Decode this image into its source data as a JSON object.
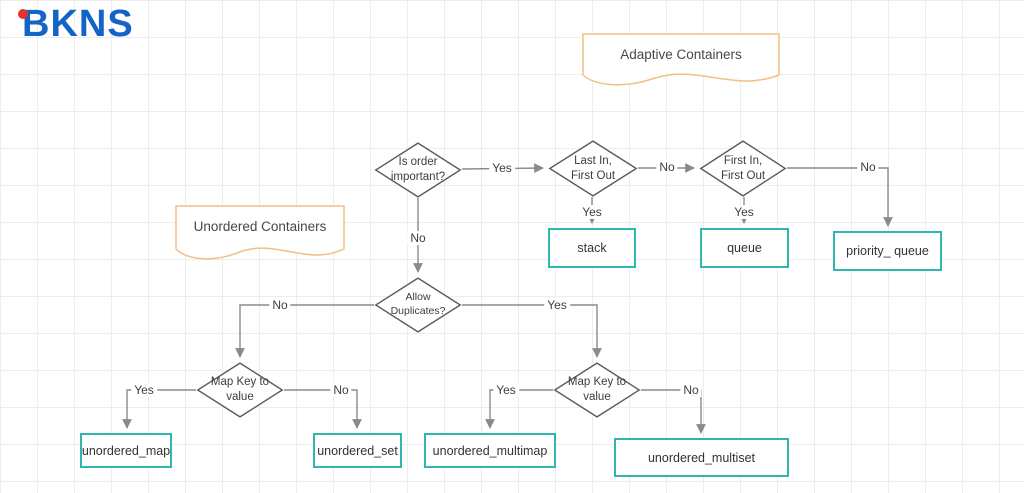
{
  "logo": {
    "text": "BKNS"
  },
  "callouts": {
    "adaptive": {
      "label": "Adaptive Containers"
    },
    "unordered": {
      "label": "Unordered Containers"
    }
  },
  "decisions": {
    "order": {
      "label": "Is order\nimportant?"
    },
    "lifo": {
      "label": "Last In,\nFirst Out"
    },
    "fifo": {
      "label": "First In,\nFirst Out"
    },
    "duplicates": {
      "label": "Allow\nDuplicates?"
    },
    "map_key_left": {
      "label": "Map Key to\nvalue"
    },
    "map_key_right": {
      "label": "Map Key to\nvalue"
    }
  },
  "results": {
    "stack": {
      "label": "stack"
    },
    "queue": {
      "label": "queue"
    },
    "priority_queue": {
      "label": "priority_ queue"
    },
    "unordered_map": {
      "label": "unordered_map"
    },
    "unordered_set": {
      "label": "unordered_set"
    },
    "unordered_multimap": {
      "label": "unordered_multimap"
    },
    "unordered_multiset": {
      "label": "unordered_multiset"
    }
  },
  "edge_labels": {
    "order_yes": "Yes",
    "order_no": "No",
    "lifo_yes": "Yes",
    "lifo_no": "No",
    "fifo_yes": "Yes",
    "fifo_no": "No",
    "duplicates_yes": "Yes",
    "duplicates_no": "No",
    "map_left_yes": "Yes",
    "map_left_no": "No",
    "map_right_yes": "Yes",
    "map_right_no": "No"
  },
  "colors": {
    "result_border": "#2eb6af",
    "callout_border": "#f2bf85",
    "decision_border": "#5b5b5b",
    "arrow": "#8a8a8a",
    "logo_blue": "#1464c8",
    "logo_red": "#e63228"
  }
}
